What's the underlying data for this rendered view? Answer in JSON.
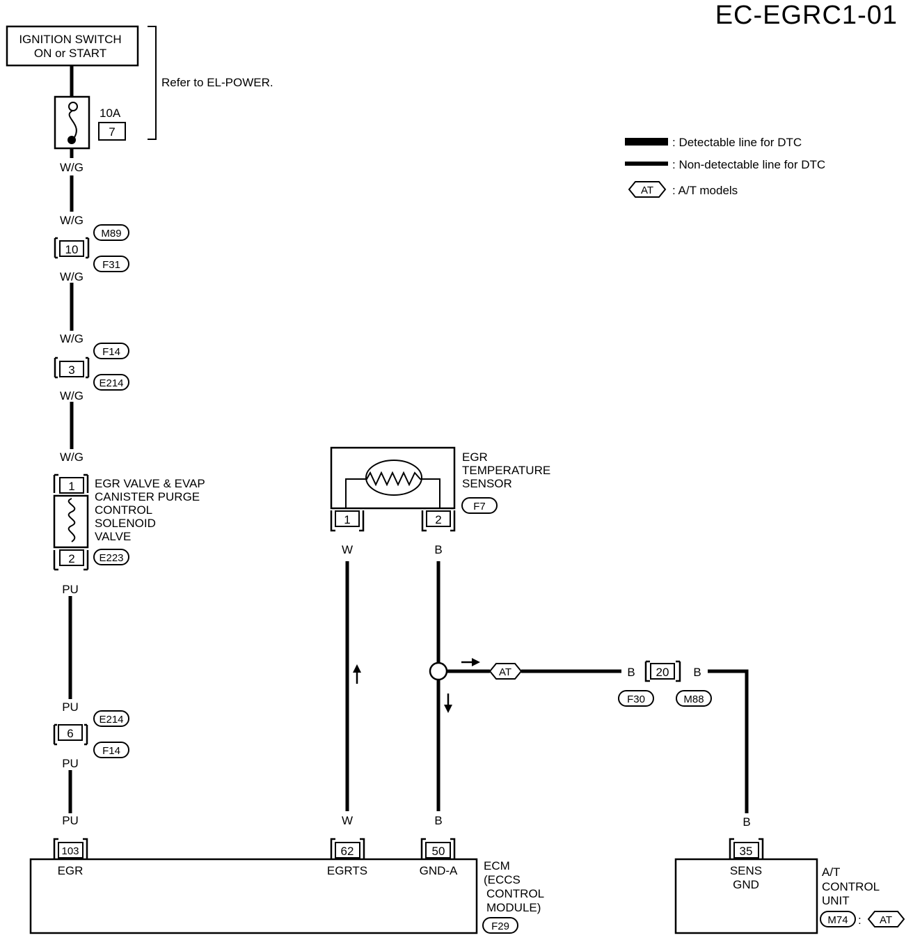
{
  "diagram_id": "EC-EGRC1-01",
  "ignition": {
    "line1": "IGNITION SWITCH",
    "line2": "ON or START",
    "refer": "Refer to EL-POWER."
  },
  "fuse": {
    "amps": "10A",
    "number": "7"
  },
  "legend": {
    "detectable": ": Detectable line for DTC",
    "non_detectable": ": Non-detectable line for DTC",
    "at_tag": "AT",
    "at_desc": ": A/T models"
  },
  "wires": {
    "wg": "W/G",
    "pu": "PU",
    "w": "W",
    "b": "B"
  },
  "connectors": {
    "m89": "M89",
    "f31": "F31",
    "pin10": "10",
    "f14": "F14",
    "e214": "E214",
    "pin3": "3",
    "e223": "E223",
    "pin6": "6",
    "f7": "F7",
    "f30": "F30",
    "m88": "M88",
    "pin20": "20",
    "f29": "F29",
    "m74": "M74"
  },
  "solenoid": {
    "pin1": "1",
    "pin2": "2",
    "name": [
      "EGR VALVE & EVAP",
      "CANISTER PURGE",
      "CONTROL",
      "SOLENOID",
      "VALVE"
    ]
  },
  "sensor": {
    "name": [
      "EGR",
      "TEMPERATURE",
      "SENSOR"
    ],
    "pin1": "1",
    "pin2": "2"
  },
  "ecm": {
    "pin_egr": "103",
    "label_egr": "EGR",
    "pin_egrts": "62",
    "label_egrts": "EGRTS",
    "pin_gnd": "50",
    "label_gnd": "GND-A",
    "name": [
      "ECM",
      "(ECCS",
      "CONTROL",
      "MODULE)"
    ]
  },
  "tcu": {
    "pin": "35",
    "label1": "SENS",
    "label2": "GND",
    "name": [
      "A/T",
      "CONTROL",
      "UNIT"
    ],
    "colon": ":"
  }
}
